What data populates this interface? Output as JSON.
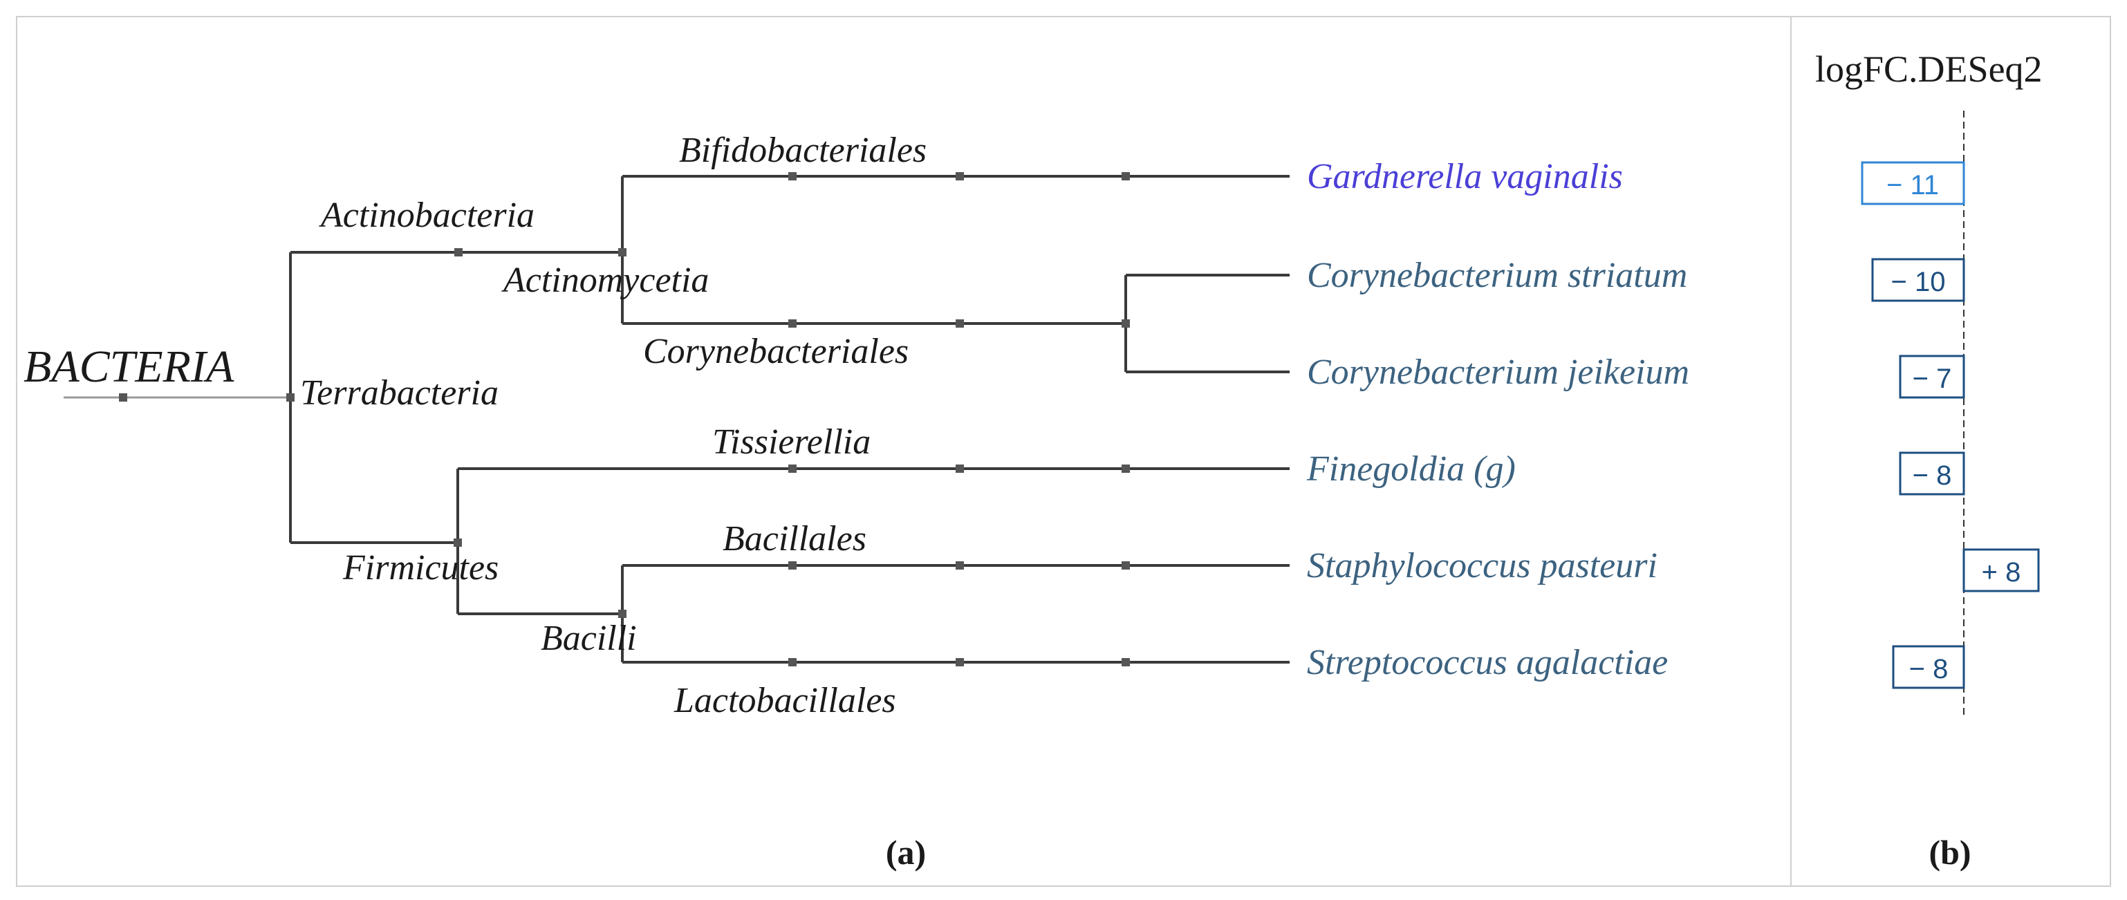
{
  "tree": {
    "root": "BACTERIA",
    "nodes": {
      "terrabacteria": "Terrabacteria",
      "actinobacteria": "Actinobacteria",
      "actinomycetia": "Actinomycetia",
      "bifidobacteriales": "Bifidobacteriales",
      "corynebacteriales": "Corynebacteriales",
      "firmicutes": "Firmicutes",
      "tissierellia": "Tissierellia",
      "bacilli": "Bacilli",
      "bacillales": "Bacillales",
      "lactobacillales": "Lactobacillales"
    },
    "leaves": [
      {
        "label": "Gardnerella vaginalis",
        "color": "#4b3fd6"
      },
      {
        "label": "Corynebacterium striatum",
        "color": "#3c6280"
      },
      {
        "label": "Corynebacterium jeikeium",
        "color": "#3c6280"
      },
      {
        "label": "Finegoldia (g)",
        "color": "#3c6280"
      },
      {
        "label": "Staphylococcus pasteuri",
        "color": "#3c6280"
      },
      {
        "label": "Streptococcus agalactiae",
        "color": "#3c6280"
      }
    ]
  },
  "logfc": {
    "header": "logFC.DESeq2",
    "values": [
      {
        "label": "− 11",
        "value": -11,
        "color": "#2f86d6"
      },
      {
        "label": "− 10",
        "value": -10,
        "color": "#1e4f80"
      },
      {
        "label": "− 7",
        "value": -7,
        "color": "#1e4f80"
      },
      {
        "label": "− 8",
        "value": -8,
        "color": "#1e4f80"
      },
      {
        "label": "+ 8",
        "value": 8,
        "color": "#1e4f80"
      },
      {
        "label": "− 8",
        "value": -8,
        "color": "#1e4f80"
      }
    ]
  },
  "panels": {
    "a": "(a)",
    "b": "(b)"
  },
  "colors": {
    "branch": "#3a3a3a",
    "node": "#555555",
    "border": "#cfcfcf"
  }
}
